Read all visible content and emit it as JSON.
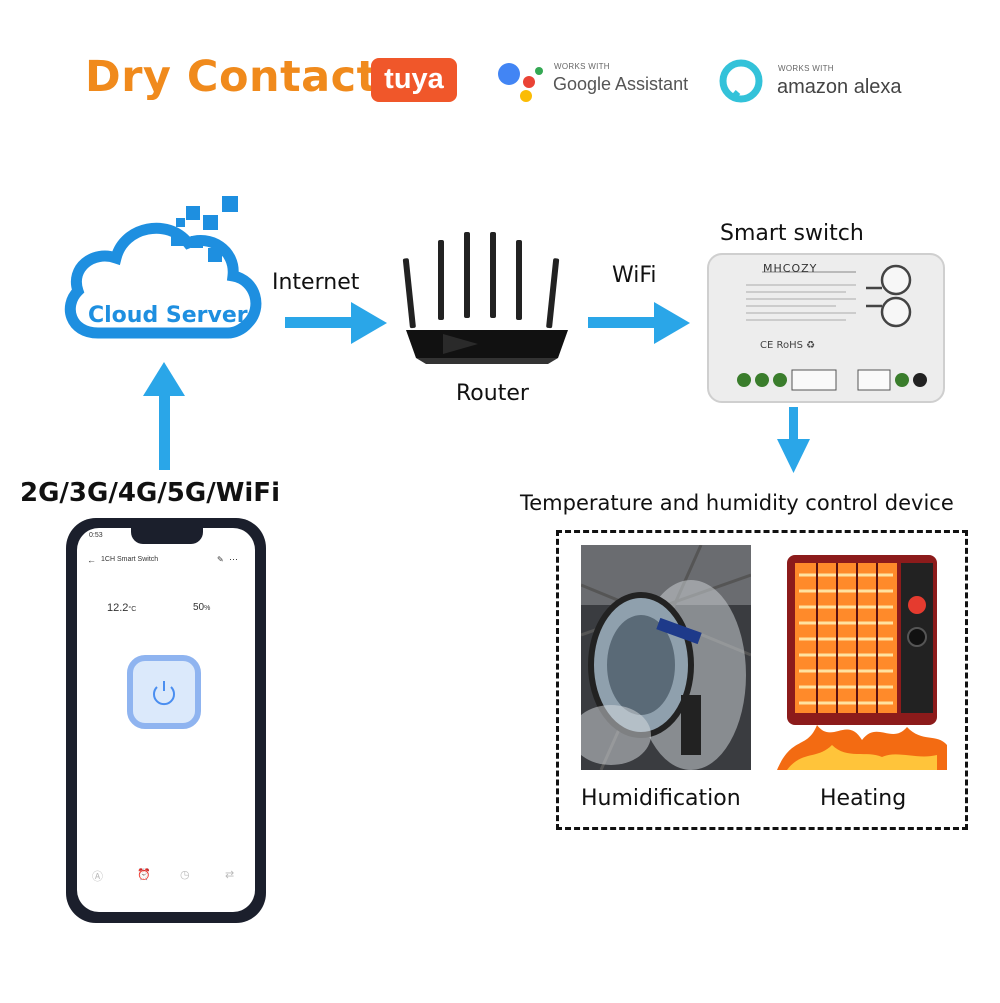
{
  "header": {
    "title": "Dry Contact",
    "tuya_label": "tuya",
    "google": {
      "works_with": "WORKS WITH",
      "name": "Google Assistant"
    },
    "alexa": {
      "works_with": "WORKS WITH",
      "name": "amazon alexa"
    }
  },
  "diagram": {
    "cloud_label": "Cloud Server",
    "internet_label": "Internet",
    "router_label": "Router",
    "wifi_label": "WiFi",
    "smart_switch_label": "Smart switch",
    "switch_brand": "MHCOZY",
    "switch_certs": "CE RoHS ♻",
    "network_label": "2G/3G/4G/5G/WiFi",
    "control_label": "Temperature and humidity control device",
    "humidification_label": "Humidification",
    "heating_label": "Heating"
  },
  "phone": {
    "time": "0:53",
    "screen_title": "1CH Smart Switch",
    "temperature": "12.2",
    "temp_unit": "°C",
    "humidity": "50",
    "humidity_unit": "%"
  },
  "colors": {
    "accent_blue": "#2aa6e8",
    "cloud_blue": "#1e8fe0",
    "title_orange": "#f08a1c",
    "tuya_red": "#f0572a"
  }
}
